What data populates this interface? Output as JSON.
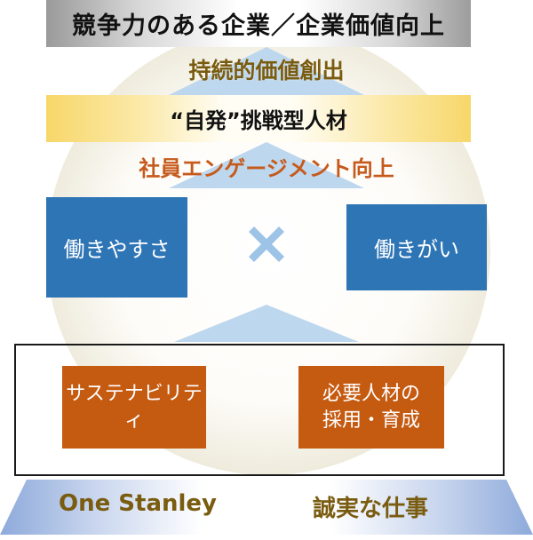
{
  "diagram": {
    "title_bar": {
      "label": "競争力のある企業／企業価値向上",
      "color": "#111111"
    },
    "sustainable_value": {
      "label": "持続的価値創出",
      "color": "#7a5c10"
    },
    "talent_band": {
      "label": "“自発”挑戦型人材",
      "color": "#111111"
    },
    "engagement": {
      "label": "社員エンゲージメント向上",
      "color": "#c65a1c"
    },
    "pillars": {
      "left": {
        "label": "働きやすさ",
        "color": "#2e75b6"
      },
      "operator": {
        "symbol": "✖",
        "color": "#9dc3e6"
      },
      "right": {
        "label": "働きがい",
        "color": "#2e75b6"
      }
    },
    "foundation_box": {
      "left": {
        "label": "サステナビリティ",
        "color": "#c55a11"
      },
      "right": {
        "line1": "必要人材の",
        "line2": "採用・育成",
        "color": "#c55a11"
      }
    },
    "base": {
      "left_label": "One Stanley",
      "right_label": "誠実な仕事",
      "color": "#7a5c10"
    },
    "colors": {
      "triangle_fill": "#bdd7ee",
      "sphere_edge": "#b8ad86",
      "base_gradient_edge": "#8eaadb"
    }
  }
}
